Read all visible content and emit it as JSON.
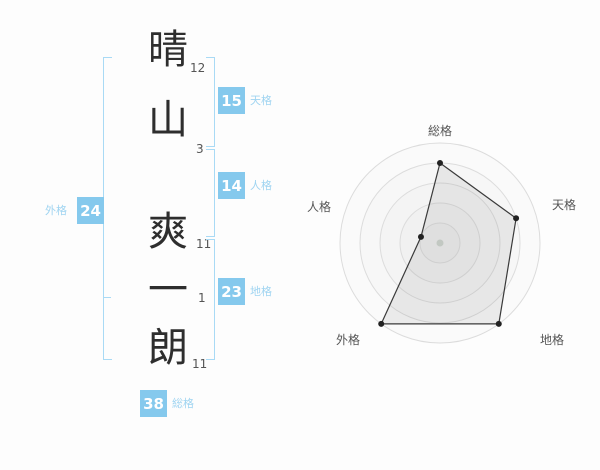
{
  "colors": {
    "badge_bg": "#85c9ed",
    "label_text": "#9fd4f1",
    "bracket_line": "#a9daf5",
    "char_text": "#2e2e2e",
    "stroke_text": "#555555",
    "axis_label": "#555555"
  },
  "name": {
    "characters": [
      {
        "char": "晴",
        "strokes": "12"
      },
      {
        "char": "山",
        "strokes": "3"
      },
      {
        "char": "爽",
        "strokes": "11"
      },
      {
        "char": "一",
        "strokes": "1"
      },
      {
        "char": "朗",
        "strokes": "11"
      }
    ]
  },
  "grids": {
    "tenkaku": {
      "label": "天格",
      "value": "15"
    },
    "jinkaku": {
      "label": "人格",
      "value": "14"
    },
    "chikaku": {
      "label": "地格",
      "value": "23"
    },
    "gaikaku": {
      "label": "外格",
      "value": "24"
    },
    "soukaku": {
      "label": "総格",
      "value": "38"
    }
  },
  "chart_data": {
    "type": "radar",
    "title": "",
    "categories": [
      "総格",
      "天格",
      "地格",
      "外格",
      "人格"
    ],
    "ratings": [
      4,
      4,
      5,
      5,
      1
    ],
    "max": 5,
    "rings": 5,
    "grid_values": {
      "総格": 38,
      "天格": 15,
      "地格": 23,
      "外格": 24,
      "人格": 14
    },
    "grid": "concentric-circles",
    "legend": "none"
  }
}
